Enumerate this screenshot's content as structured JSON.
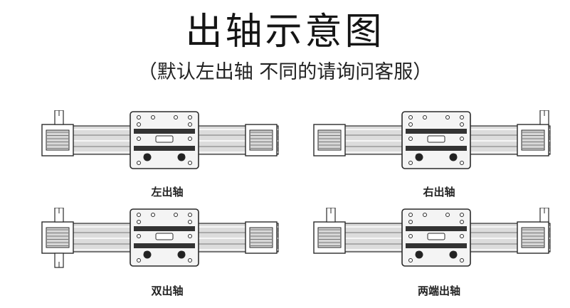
{
  "title": "出轴示意图",
  "subtitle": "（默认左出轴  不同的请询问客服）",
  "panels": [
    {
      "caption": "左出轴",
      "shaft": "left"
    },
    {
      "caption": "右出轴",
      "shaft": "right"
    },
    {
      "caption": "双出轴",
      "shaft": "both"
    },
    {
      "caption": "两端出轴",
      "shaft": "both-ends"
    }
  ],
  "colors": {
    "line": "#2a2a2a",
    "rail": "#dcdcdc",
    "plate": "#f4f4f4"
  }
}
